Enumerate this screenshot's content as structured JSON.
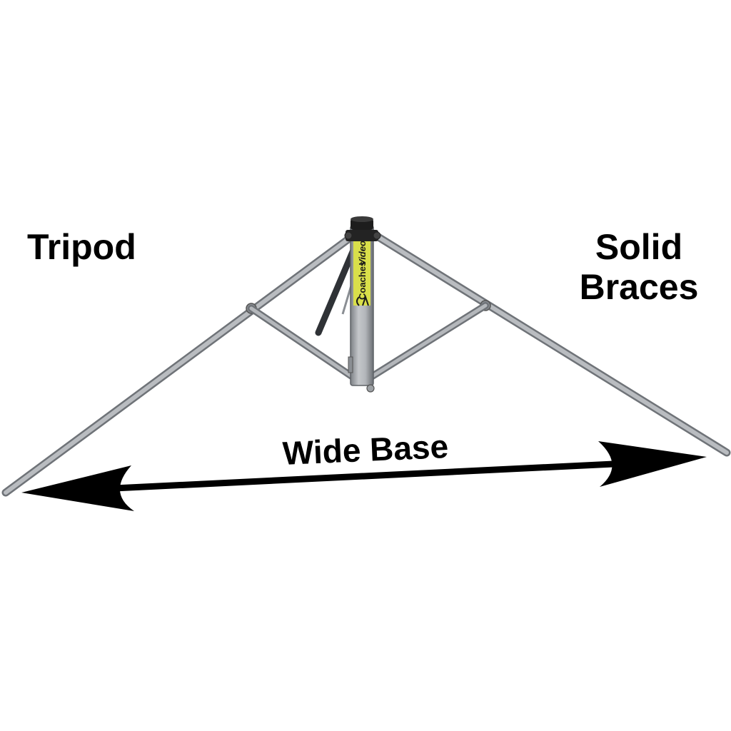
{
  "captions": {
    "left": "Tripod",
    "right_line1": "Solid",
    "right_line2": "Braces",
    "bottom": "Wide Base"
  },
  "label_on_pole": {
    "brand": "Coaches",
    "brand_accent": "Video"
  },
  "colors": {
    "background": "#ffffff",
    "text": "#000000",
    "metal": "#a9acb0",
    "metal_dark": "#6f7378",
    "label_yellow": "#d9df4a",
    "cap": "#1d1d1d"
  },
  "icons": {
    "arrow": "double-headed-arrow",
    "logo": "cv-logo"
  }
}
